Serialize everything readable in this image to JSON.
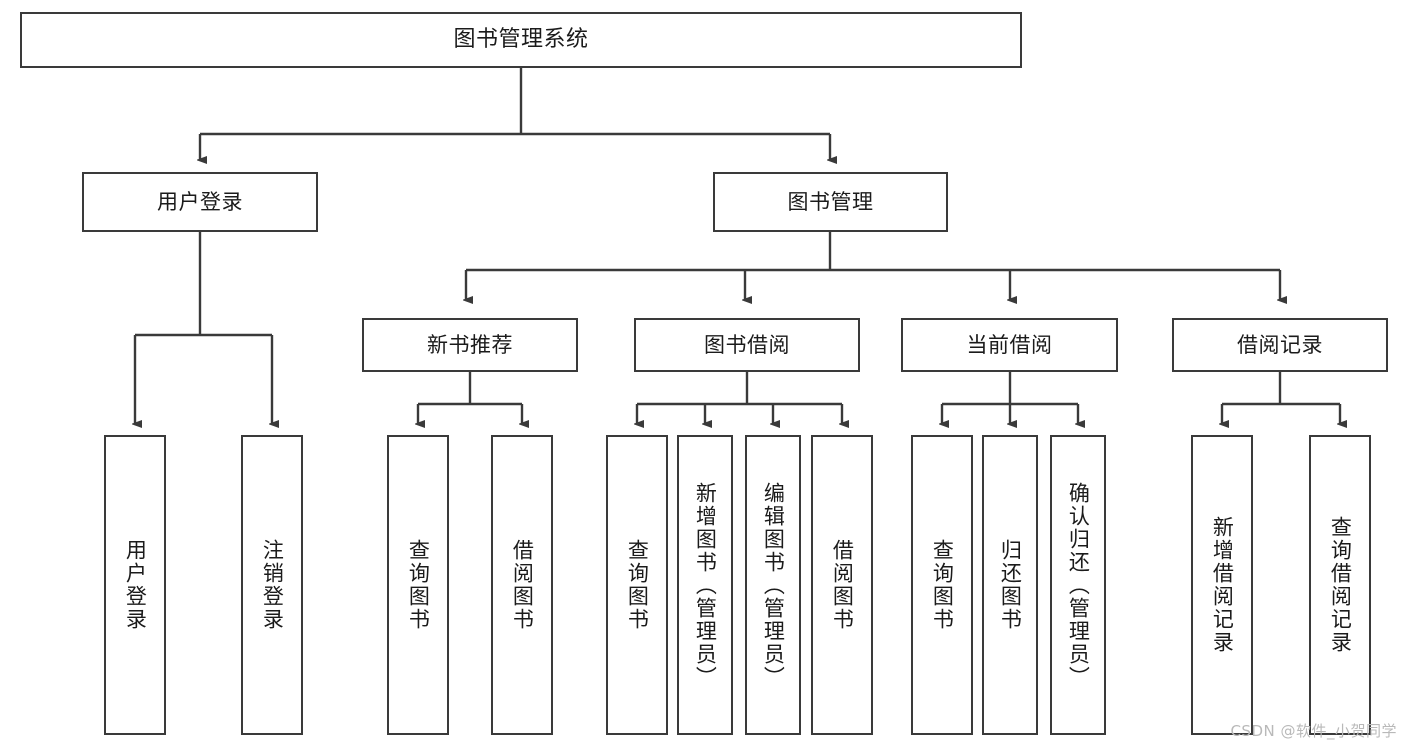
{
  "diagram": {
    "type": "tree",
    "title": "图书管理系统",
    "style": {
      "box_stroke": "#3a3a3a",
      "box_fill": "#ffffff",
      "line_color": "#3a3a3a",
      "text_color": "#1b1b1b",
      "background": "#ffffff"
    },
    "root": {
      "label": "图书管理系统"
    },
    "level2": [
      {
        "label": "用户登录"
      },
      {
        "label": "图书管理"
      }
    ],
    "level3": [
      {
        "label": "新书推荐"
      },
      {
        "label": "图书借阅"
      },
      {
        "label": "当前借阅"
      },
      {
        "label": "借阅记录"
      }
    ],
    "leaves": {
      "user_login": [
        {
          "label": "用户登录"
        },
        {
          "label": "注销登录"
        }
      ],
      "new_book_recommend": [
        {
          "label": "查询图书"
        },
        {
          "label": "借阅图书"
        }
      ],
      "book_borrow": [
        {
          "label": "查询图书"
        },
        {
          "label": "新增图书（管理员）"
        },
        {
          "label": "编辑图书（管理员）"
        },
        {
          "label": "借阅图书"
        }
      ],
      "current_borrow": [
        {
          "label": "查询图书"
        },
        {
          "label": "归还图书"
        },
        {
          "label": "确认归还（管理员）"
        }
      ],
      "borrow_record": [
        {
          "label": "新增借阅记录"
        },
        {
          "label": "查询借阅记录"
        }
      ]
    }
  },
  "watermark": {
    "text": "CSDN @软件_小贺同学"
  }
}
